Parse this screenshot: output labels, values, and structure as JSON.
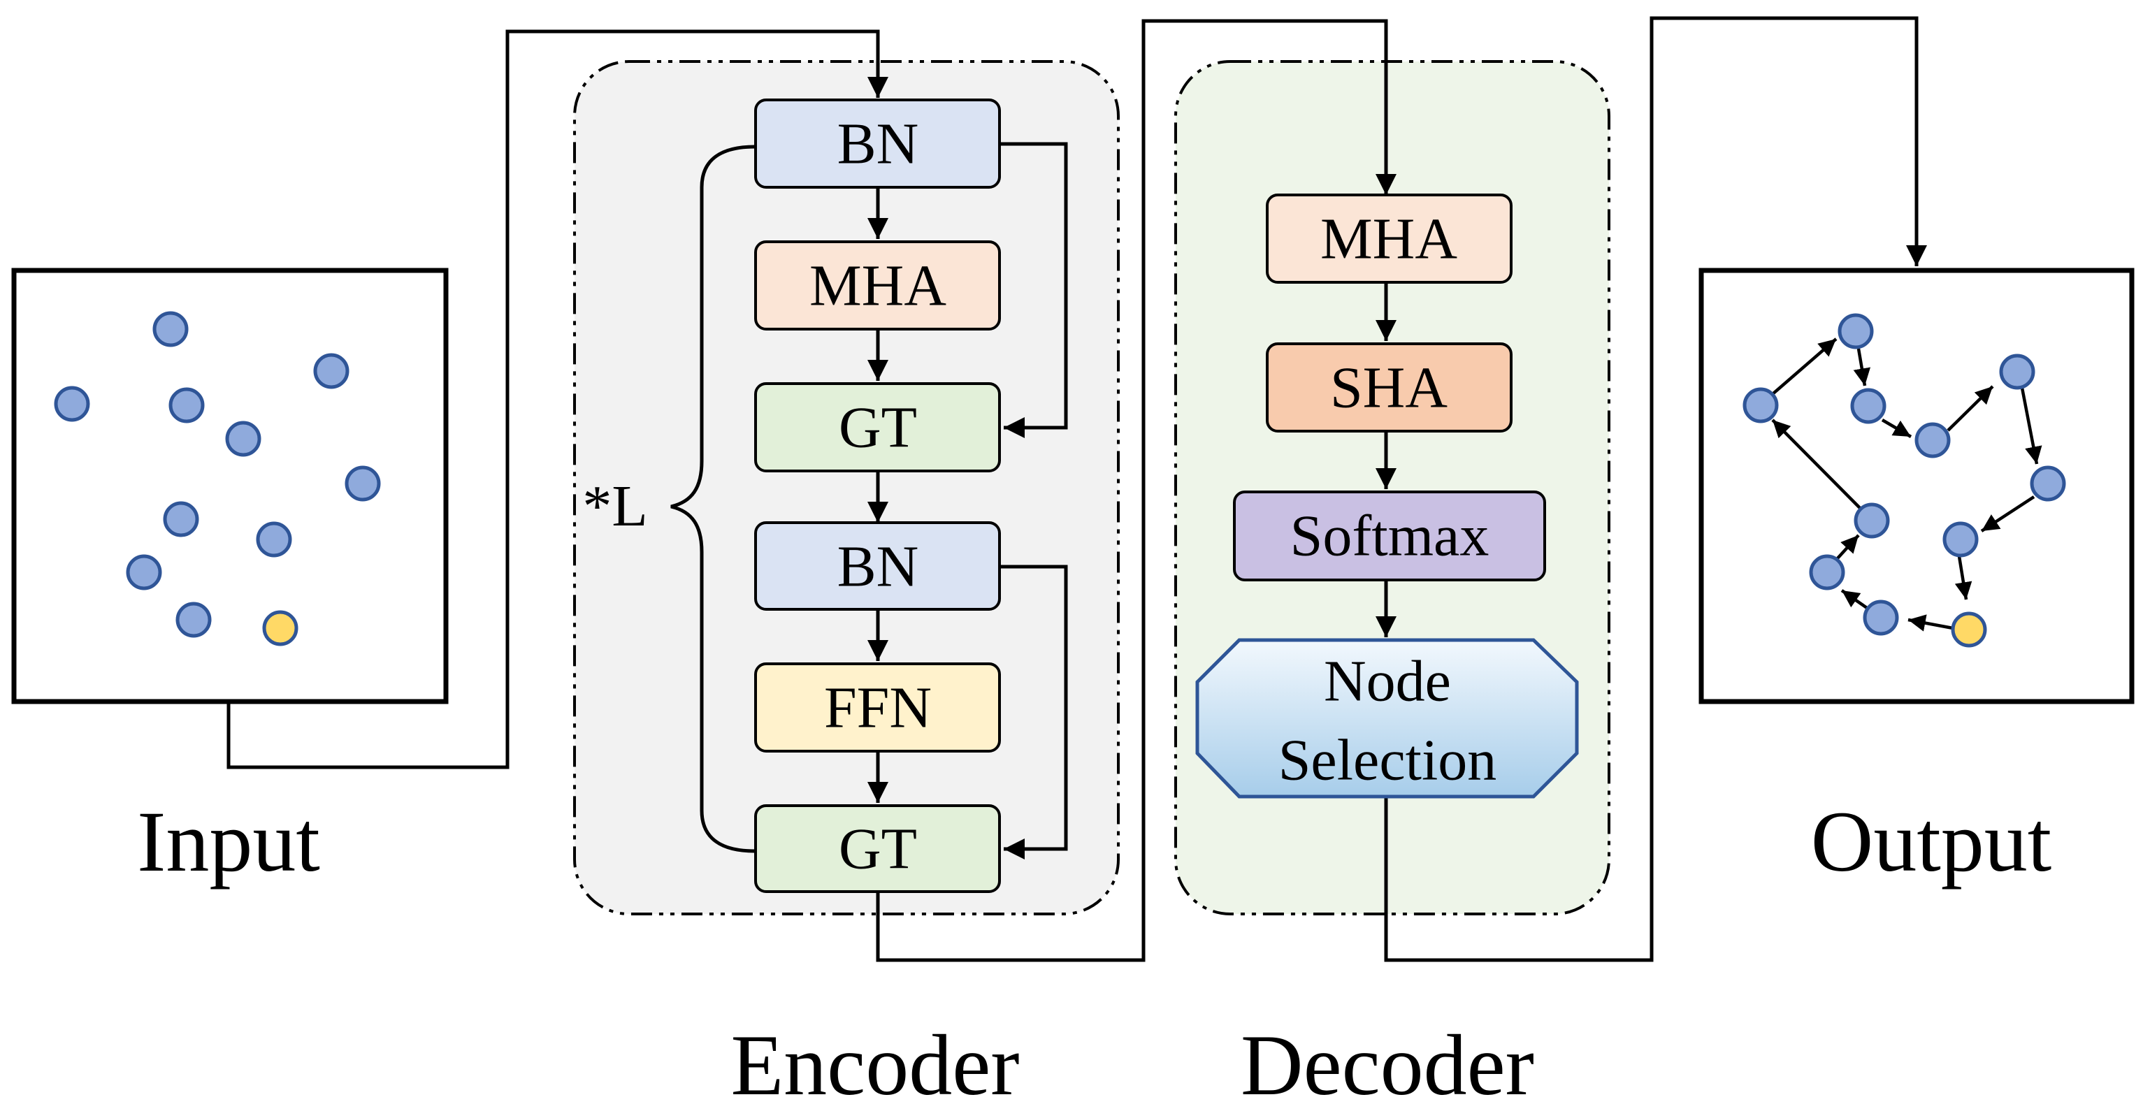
{
  "input": {
    "caption": "Input"
  },
  "output": {
    "caption": "Output"
  },
  "encoder": {
    "caption": "Encoder",
    "repeat_label": "*L",
    "blocks": {
      "bn1": "BN",
      "mha": "MHA",
      "gt1": "GT",
      "bn2": "BN",
      "ffn": "FFN",
      "gt2": "GT"
    }
  },
  "decoder": {
    "caption": "Decoder",
    "blocks": {
      "mha": "MHA",
      "sha": "SHA",
      "softmax": "Softmax",
      "node_selection_line1": "Node",
      "node_selection_line2": "Selection"
    }
  },
  "colors": {
    "bn": "#dae3f3",
    "mha": "#fbe5d6",
    "gt": "#e2f0d9",
    "ffn": "#fff2cc",
    "sha": "#f8cbad",
    "softmax": "#c9c0e3",
    "node_selection_top": "#f2f8fd",
    "node_selection_bottom": "#a7cdea",
    "node_selection_border": "#2e5597",
    "block_border": "#000000",
    "encoder_panel": "#f2f2f2",
    "decoder_panel": "#eef5e9",
    "node_blue": "#8faadc",
    "node_blue_border": "#2f5597",
    "node_depot": "#ffd966"
  }
}
